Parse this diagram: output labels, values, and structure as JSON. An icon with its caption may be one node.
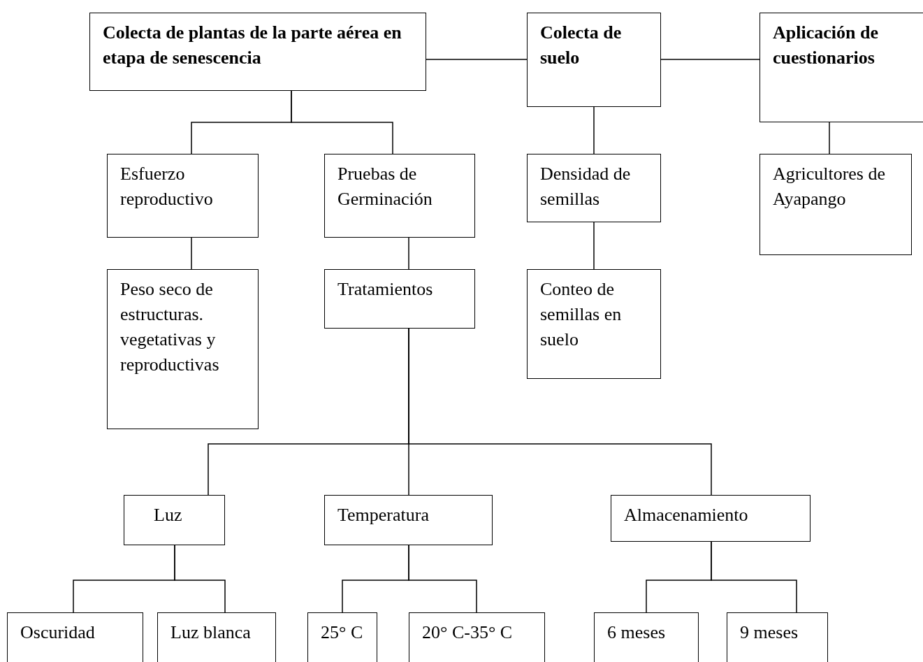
{
  "diagram": {
    "nodes": [
      {
        "text": [
          "Colecta de plantas de la parte aérea en etapa de senescencia"
        ]
      },
      {
        "text": [
          "Colecta de suelo"
        ]
      },
      {
        "text": [
          "Aplicación de cuestionarios"
        ]
      },
      {
        "text": [
          "Esfuerzo reproductivo"
        ]
      },
      {
        "text": [
          "Pruebas de Germinación"
        ]
      },
      {
        "text": [
          "Densidad de semillas"
        ]
      },
      {
        "text": [
          "Agricultores de Ayapango"
        ]
      },
      {
        "text": [
          "Peso seco de estructuras. vegetativas y reproductivas"
        ]
      },
      {
        "text": [
          "Tratamientos"
        ]
      },
      {
        "text": [
          "Conteo de semillas en suelo"
        ]
      },
      {
        "text": [
          "Luz"
        ]
      },
      {
        "text": [
          "Temperatura"
        ]
      },
      {
        "text": [
          "Almacenamiento"
        ]
      },
      {
        "text": [
          "Oscuridad"
        ]
      },
      {
        "text": [
          "Luz blanca"
        ]
      },
      {
        "text": [
          "25° C"
        ]
      },
      {
        "text": [
          "20° C-35° C"
        ]
      },
      {
        "text": [
          "6 meses"
        ]
      },
      {
        "text": [
          "9 meses"
        ]
      }
    ],
    "edges": [
      {
        "from": 0,
        "to": 1,
        "arrow": "none"
      },
      {
        "from": 1,
        "to": 2,
        "arrow": "none"
      },
      {
        "from": 0,
        "to": 3,
        "arrow": "none"
      },
      {
        "from": 0,
        "to": 4,
        "arrow": "none"
      },
      {
        "from": 1,
        "to": 5,
        "arrow": "none"
      },
      {
        "from": 2,
        "to": 6,
        "arrow": "none"
      },
      {
        "from": 3,
        "to": 7,
        "arrow": "none"
      },
      {
        "from": 4,
        "to": 8,
        "arrow": "none"
      },
      {
        "from": 5,
        "to": 9,
        "arrow": "none"
      },
      {
        "from": 8,
        "to": 10,
        "arrow": "none"
      },
      {
        "from": 8,
        "to": 11,
        "arrow": "none"
      },
      {
        "from": 8,
        "to": 12,
        "arrow": "none"
      },
      {
        "from": 10,
        "to": 13,
        "arrow": "none"
      },
      {
        "from": 10,
        "to": 14,
        "arrow": "none"
      },
      {
        "from": 11,
        "to": 15,
        "arrow": "none"
      },
      {
        "from": 11,
        "to": 16,
        "arrow": "none"
      },
      {
        "from": 12,
        "to": 17,
        "arrow": "none"
      },
      {
        "from": 12,
        "to": 18,
        "arrow": "none"
      }
    ]
  }
}
